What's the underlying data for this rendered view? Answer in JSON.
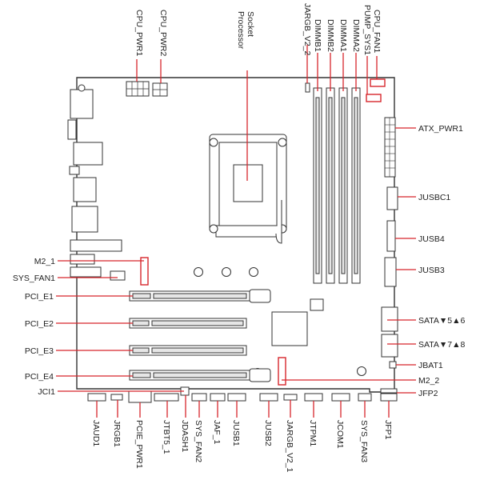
{
  "accent_color": "#d7262c",
  "board_color": "#333333",
  "labels": {
    "cpu_pwr1": "CPU_PWR1",
    "cpu_pwr2": "CPU_PWR2",
    "socket": "Processor Socket",
    "jargb_v2_2": "JARGB_V2_2",
    "dimmb1": "DIMMB1",
    "dimmb2": "DIMMB2",
    "dimma1": "DIMMA1",
    "dimma2": "DIMMA2",
    "pump_sys1": "PUMP_SYS1",
    "cpu_fan1": "CPU_FAN1",
    "atx_pwr1": "ATX_PWR1",
    "jusbc1": "JUSBC1",
    "jusb4": "JUSB4",
    "jusb3": "JUSB3",
    "sata56": "SATA▼5▲6",
    "sata78": "SATA▼7▲8",
    "jbat1": "JBAT1",
    "m2_2": "M2_2",
    "jfp2": "JFP2",
    "m2_1": "M2_1",
    "sys_fan1": "SYS_FAN1",
    "pci_e1": "PCI_E1",
    "pci_e2": "PCI_E2",
    "pci_e3": "PCI_E3",
    "pci_e4": "PCI_E4",
    "jci1": "JCI1",
    "jaud1": "JAUD1",
    "jrgb1": "JRGB1",
    "pcie_pwr1": "PCIE_PWR1",
    "jtbt5_1": "JTBT5_1",
    "jdash1": "JDASH1",
    "sys_fan2": "SYS_FAN2",
    "jaf_1": "JAF_1",
    "jusb1": "JUSB1",
    "jusb2": "JUSB2",
    "jargb_v2_1": "JARGB_V2_1",
    "jtpm1": "JTPM1",
    "jcom1": "JCOM1",
    "sys_fan3": "SYS_FAN3",
    "jfp1": "JFP1"
  }
}
